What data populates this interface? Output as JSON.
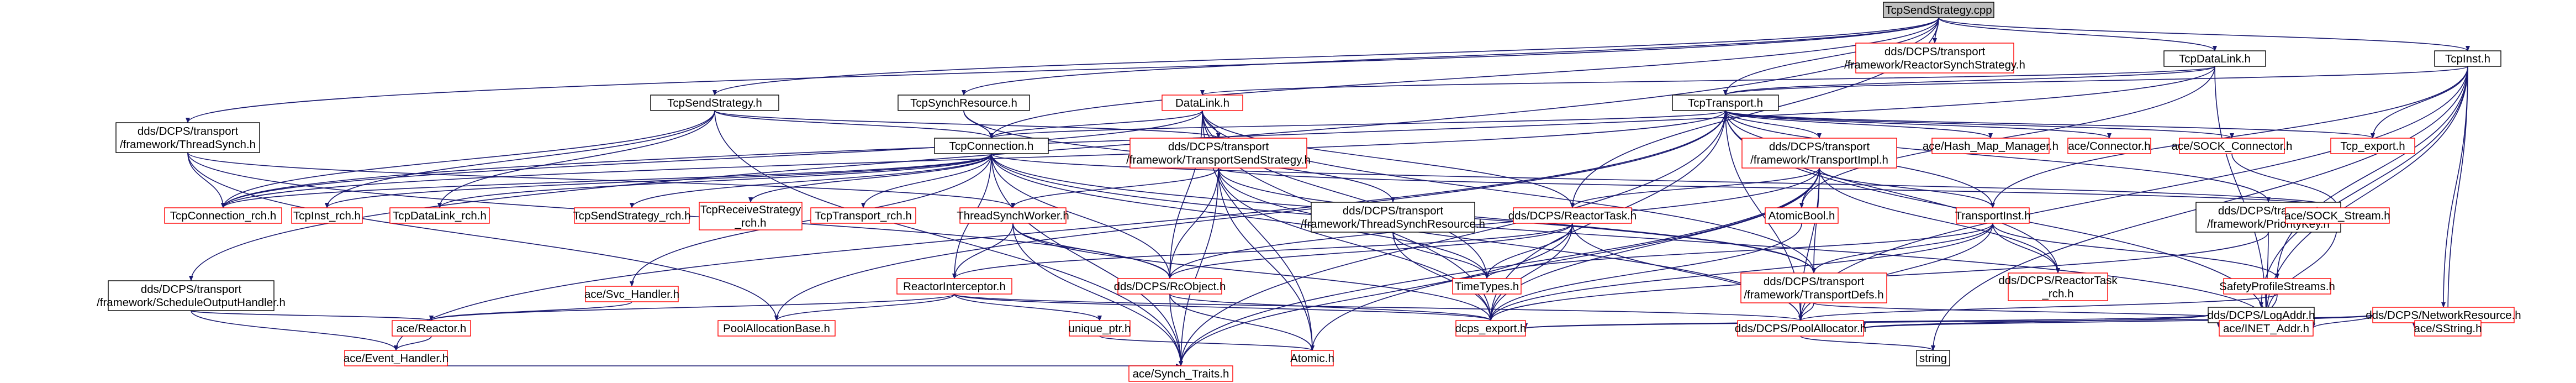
{
  "colors": {
    "edge_dark": "#191970",
    "edge_red": "#8b1a1a",
    "node_red_border": "#ff0000",
    "node_black_border": "#000000",
    "root_fill": "#bfbfbf",
    "text": "#000000"
  },
  "nodes": [
    {
      "id": "n0",
      "lines": [
        "TcpSendStrategy.cpp"
      ],
      "root": true
    },
    {
      "id": "n1",
      "lines": [
        "dds/DCPS/transport",
        "/framework/ReactorSynchStrategy.h"
      ],
      "missing": true
    },
    {
      "id": "n2",
      "lines": [
        "TcpDataLink.h"
      ]
    },
    {
      "id": "n3",
      "lines": [
        "TcpInst.h"
      ]
    },
    {
      "id": "n4",
      "lines": [
        "TcpSendStrategy.h"
      ]
    },
    {
      "id": "n5",
      "lines": [
        "TcpSynchResource.h"
      ]
    },
    {
      "id": "n6",
      "lines": [
        "DataLink.h"
      ],
      "missing": true
    },
    {
      "id": "n7",
      "lines": [
        "TcpTransport.h"
      ]
    },
    {
      "id": "n8",
      "lines": [
        "dds/DCPS/transport",
        "/framework/ThreadSynch.h"
      ]
    },
    {
      "id": "n9",
      "lines": [
        "TcpConnection.h"
      ]
    },
    {
      "id": "n10",
      "lines": [
        "dds/DCPS/transport",
        "/framework/TransportSendStrategy.h"
      ],
      "missing": true
    },
    {
      "id": "n11",
      "lines": [
        "dds/DCPS/transport",
        "/framework/TransportImpl.h"
      ],
      "missing": true
    },
    {
      "id": "n12",
      "lines": [
        "ace/Hash_Map_Manager.h"
      ],
      "missing": true
    },
    {
      "id": "n13",
      "lines": [
        "ace/Connector.h"
      ],
      "missing": true
    },
    {
      "id": "n14",
      "lines": [
        "ace/SOCK_Connector.h"
      ],
      "missing": true
    },
    {
      "id": "n15",
      "lines": [
        "Tcp_export.h"
      ],
      "missing": true
    },
    {
      "id": "n16",
      "lines": [
        "TcpConnection_rch.h"
      ],
      "missing": true
    },
    {
      "id": "n17",
      "lines": [
        "TcpInst_rch.h"
      ],
      "missing": true
    },
    {
      "id": "n18",
      "lines": [
        "TcpDataLink_rch.h"
      ],
      "missing": true
    },
    {
      "id": "n19",
      "lines": [
        "TcpSendStrategy_rch.h"
      ],
      "missing": true
    },
    {
      "id": "n20",
      "lines": [
        "TcpReceiveStrategy",
        "_rch.h"
      ],
      "missing": true
    },
    {
      "id": "n21",
      "lines": [
        "TcpTransport_rch.h"
      ],
      "missing": true
    },
    {
      "id": "n22",
      "lines": [
        "ThreadSynchWorker.h"
      ],
      "missing": true
    },
    {
      "id": "n23",
      "lines": [
        "dds/DCPS/transport",
        "/framework/ThreadSynchResource.h"
      ]
    },
    {
      "id": "n24",
      "lines": [
        "dds/DCPS/ReactorTask.h"
      ],
      "missing": true
    },
    {
      "id": "n25",
      "lines": [
        "AtomicBool.h"
      ],
      "missing": true
    },
    {
      "id": "n26",
      "lines": [
        "TransportInst.h"
      ],
      "missing": true
    },
    {
      "id": "n27",
      "lines": [
        "dds/DCPS/transport",
        "/framework/PriorityKey.h"
      ]
    },
    {
      "id": "n28",
      "lines": [
        "ace/SOCK_Stream.h"
      ],
      "missing": true
    },
    {
      "id": "n29",
      "lines": [
        "ace/Svc_Handler.h"
      ],
      "missing": true
    },
    {
      "id": "n30",
      "lines": [
        "dds/DCPS/transport",
        "/framework/ScheduleOutputHandler.h"
      ]
    },
    {
      "id": "n31",
      "lines": [
        "ReactorInterceptor.h"
      ],
      "missing": true
    },
    {
      "id": "n32",
      "lines": [
        "dds/DCPS/RcObject.h"
      ],
      "missing": true
    },
    {
      "id": "n33",
      "lines": [
        "TimeTypes.h"
      ],
      "missing": true
    },
    {
      "id": "n34",
      "lines": [
        "dds/DCPS/transport",
        "/framework/TransportDefs.h"
      ],
      "missing": true
    },
    {
      "id": "n35",
      "lines": [
        "dds/DCPS/ReactorTask",
        "_rch.h"
      ],
      "missing": true
    },
    {
      "id": "n36",
      "lines": [
        "SafetyProfileStreams.h"
      ],
      "missing": true
    },
    {
      "id": "n37",
      "lines": [
        "dds/DCPS/LogAddr.h"
      ]
    },
    {
      "id": "n38",
      "lines": [
        "dds/DCPS/NetworkResource.h"
      ],
      "missing": true
    },
    {
      "id": "n39",
      "lines": [
        "ace/Reactor.h"
      ],
      "missing": true
    },
    {
      "id": "n40",
      "lines": [
        "PoolAllocationBase.h"
      ],
      "missing": true
    },
    {
      "id": "n41",
      "lines": [
        "unique_ptr.h"
      ],
      "missing": true
    },
    {
      "id": "n42",
      "lines": [
        "dcps_export.h"
      ],
      "missing": true
    },
    {
      "id": "n43",
      "lines": [
        "dds/DCPS/PoolAllocator.h"
      ],
      "missing": true
    },
    {
      "id": "n44",
      "lines": [
        "ace/INET_Addr.h"
      ],
      "missing": true
    },
    {
      "id": "n45",
      "lines": [
        "ace/SString.h"
      ],
      "missing": true
    },
    {
      "id": "n46",
      "lines": [
        "ace/Event_Handler.h"
      ],
      "missing": true
    },
    {
      "id": "n47",
      "lines": [
        "Atomic.h"
      ],
      "missing": true
    },
    {
      "id": "n48",
      "lines": [
        "string"
      ]
    },
    {
      "id": "n49",
      "lines": [
        "ace/Synch_Traits.h"
      ],
      "missing": true
    }
  ],
  "edges": [
    [
      "n0",
      "n1"
    ],
    [
      "n0",
      "n2"
    ],
    [
      "n0",
      "n3"
    ],
    [
      "n0",
      "n4"
    ],
    [
      "n0",
      "n5"
    ],
    [
      "n0",
      "n7"
    ],
    [
      "n0",
      "n8"
    ],
    [
      "n0",
      "n9"
    ],
    [
      "n0",
      "n24"
    ],
    [
      "n0",
      "n30"
    ],
    [
      "n2",
      "n6"
    ],
    [
      "n2",
      "n7"
    ],
    [
      "n2",
      "n25"
    ],
    [
      "n2",
      "n44"
    ],
    [
      "n2",
      "n16"
    ],
    [
      "n3",
      "n7"
    ],
    [
      "n3",
      "n15"
    ],
    [
      "n3",
      "n26"
    ],
    [
      "n3",
      "n37"
    ],
    [
      "n3",
      "n38"
    ],
    [
      "n3",
      "n36"
    ],
    [
      "n3",
      "n44"
    ],
    [
      "n3",
      "n45"
    ],
    [
      "n3",
      "n48"
    ],
    [
      "n3",
      "n43"
    ],
    [
      "n4",
      "n9"
    ],
    [
      "n4",
      "n10"
    ],
    [
      "n4",
      "n16"
    ],
    [
      "n4",
      "n17"
    ],
    [
      "n4",
      "n18"
    ],
    [
      "n4",
      "n49"
    ],
    [
      "n5",
      "n9"
    ],
    [
      "n5",
      "n23"
    ],
    [
      "n6",
      "n9"
    ],
    [
      "n6",
      "n10"
    ],
    [
      "n6",
      "n32"
    ],
    [
      "n6",
      "n33"
    ],
    [
      "n6",
      "n34"
    ],
    [
      "n6",
      "n24"
    ],
    [
      "n6",
      "n16"
    ],
    [
      "n6",
      "n47"
    ],
    [
      "n6",
      "n42"
    ],
    [
      "n7",
      "n9"
    ],
    [
      "n7",
      "n11"
    ],
    [
      "n7",
      "n12"
    ],
    [
      "n7",
      "n13"
    ],
    [
      "n7",
      "n14"
    ],
    [
      "n7",
      "n15"
    ],
    [
      "n7",
      "n16"
    ],
    [
      "n7",
      "n27"
    ],
    [
      "n7",
      "n35"
    ],
    [
      "n7",
      "n43"
    ],
    [
      "n7",
      "n49"
    ],
    [
      "n7",
      "n40"
    ],
    [
      "n7",
      "n44"
    ],
    [
      "n7",
      "n26"
    ],
    [
      "n7",
      "n46"
    ],
    [
      "n7",
      "n42"
    ],
    [
      "n8",
      "n16"
    ],
    [
      "n8",
      "n22"
    ],
    [
      "n8",
      "n40"
    ],
    [
      "n8",
      "n32"
    ],
    [
      "n9",
      "n16"
    ],
    [
      "n9",
      "n17"
    ],
    [
      "n9",
      "n18"
    ],
    [
      "n9",
      "n19"
    ],
    [
      "n9",
      "n20"
    ],
    [
      "n9",
      "n21"
    ],
    [
      "n9",
      "n29"
    ],
    [
      "n9",
      "n28"
    ],
    [
      "n9",
      "n31"
    ],
    [
      "n9",
      "n33"
    ],
    [
      "n9",
      "n32"
    ],
    [
      "n9",
      "n49"
    ],
    [
      "n9",
      "n44"
    ],
    [
      "n9",
      "n34"
    ],
    [
      "n10",
      "n22"
    ],
    [
      "n10",
      "n32"
    ],
    [
      "n10",
      "n34"
    ],
    [
      "n10",
      "n43"
    ],
    [
      "n10",
      "n47"
    ],
    [
      "n10",
      "n49"
    ],
    [
      "n10",
      "n42"
    ],
    [
      "n10",
      "n28"
    ],
    [
      "n11",
      "n24"
    ],
    [
      "n11",
      "n25"
    ],
    [
      "n11",
      "n26"
    ],
    [
      "n11",
      "n34"
    ],
    [
      "n11",
      "n35"
    ],
    [
      "n11",
      "n43"
    ],
    [
      "n11",
      "n32"
    ],
    [
      "n11",
      "n49"
    ],
    [
      "n11",
      "n42"
    ],
    [
      "n11",
      "n47"
    ],
    [
      "n14",
      "n28"
    ],
    [
      "n22",
      "n31"
    ],
    [
      "n22",
      "n32"
    ],
    [
      "n22",
      "n42"
    ],
    [
      "n22",
      "n49"
    ],
    [
      "n23",
      "n33"
    ],
    [
      "n23",
      "n42"
    ],
    [
      "n24",
      "n31"
    ],
    [
      "n24",
      "n32"
    ],
    [
      "n24",
      "n33"
    ],
    [
      "n24",
      "n43"
    ],
    [
      "n24",
      "n49"
    ],
    [
      "n24",
      "n42"
    ],
    [
      "n25",
      "n42"
    ],
    [
      "n26",
      "n36"
    ],
    [
      "n26",
      "n34"
    ],
    [
      "n26",
      "n35"
    ],
    [
      "n26",
      "n33"
    ],
    [
      "n26",
      "n42"
    ],
    [
      "n26",
      "n43"
    ],
    [
      "n27",
      "n44"
    ],
    [
      "n27",
      "n42"
    ],
    [
      "n28",
      "n44"
    ],
    [
      "n29",
      "n39"
    ],
    [
      "n30",
      "n39"
    ],
    [
      "n30",
      "n46"
    ],
    [
      "n31",
      "n39"
    ],
    [
      "n31",
      "n40"
    ],
    [
      "n31",
      "n41"
    ],
    [
      "n31",
      "n42"
    ],
    [
      "n31",
      "n43"
    ],
    [
      "n32",
      "n47"
    ],
    [
      "n32",
      "n42"
    ],
    [
      "n32",
      "n49"
    ],
    [
      "n34",
      "n43"
    ],
    [
      "n34",
      "n44"
    ],
    [
      "n36",
      "n43"
    ],
    [
      "n36",
      "n44"
    ],
    [
      "n37",
      "n43"
    ],
    [
      "n37",
      "n44"
    ],
    [
      "n37",
      "n42"
    ],
    [
      "n38",
      "n43"
    ],
    [
      "n38",
      "n44"
    ],
    [
      "n38",
      "n45"
    ],
    [
      "n38",
      "n42"
    ],
    [
      "n39",
      "n46"
    ],
    [
      "n41",
      "n47"
    ],
    [
      "n43",
      "n48"
    ],
    [
      "n46",
      "n49"
    ]
  ]
}
